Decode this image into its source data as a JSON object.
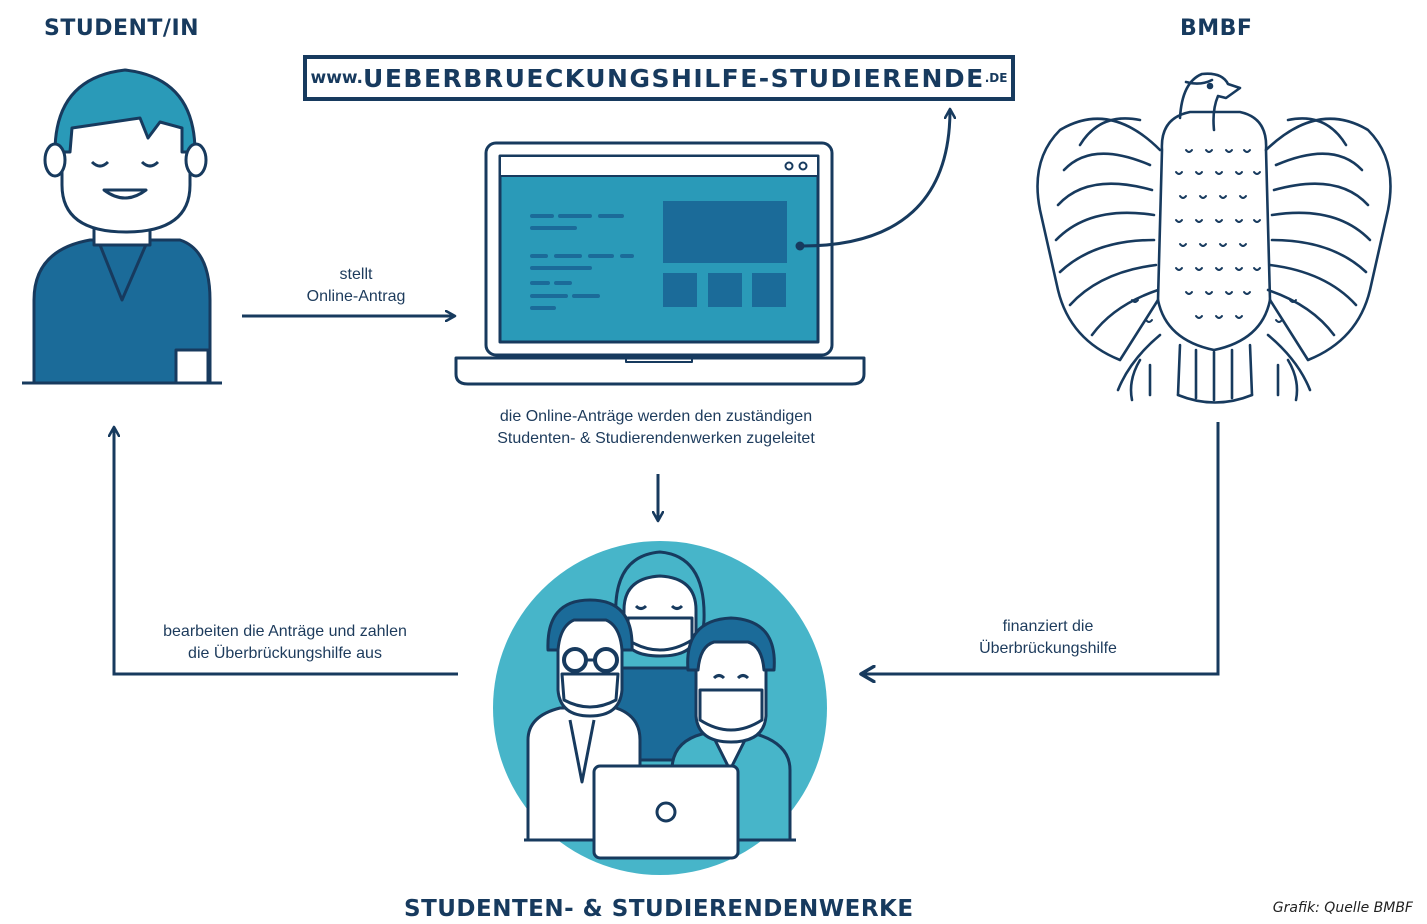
{
  "headings": {
    "student": "STUDENT/IN",
    "bmbf": "BMBF",
    "werke": "STUDENTEN- & STUDIERENDENWERKE"
  },
  "url": {
    "prefix": "www.",
    "domain": "UEBERBRUECKUNGSHILFE-STUDIERENDE",
    "tld": ".DE"
  },
  "labels": {
    "online_antrag_line1": "stellt",
    "online_antrag_line2": "Online-Antrag",
    "zugeleitet_line1": "die Online-Anträge werden den zuständigen",
    "zugeleitet_line2": "Studenten- & Studierendenwerken zugeleitet",
    "bearbeiten_line1": "bearbeiten die Anträge und zahlen",
    "bearbeiten_line2": "die Überbrückungshilfe aus",
    "finanziert_line1": "finanziert die",
    "finanziert_line2": "Überbrückungshilfe"
  },
  "credit": "Grafik: Quelle BMBF",
  "colors": {
    "navy": "#173a5e",
    "teal": "#2a9ab8",
    "teal_light": "#47b5c9",
    "blue_dark": "#1b6b99"
  },
  "icons": [
    "student-icon",
    "laptop-icon",
    "eagle-icon",
    "team-icon"
  ]
}
